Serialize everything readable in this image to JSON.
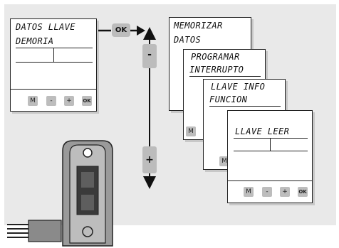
{
  "main_screen": {
    "line1": "DATOS LLAVE",
    "line2": "DEMORIA",
    "buttons": [
      "M",
      "-",
      "+",
      "OK"
    ]
  },
  "ok_key": "OK",
  "nav": {
    "up_label": "-",
    "down_label": "+"
  },
  "menu_screens": [
    {
      "line1": "MEMORIZAR",
      "line2": "DATOS"
    },
    {
      "line1": "PROGRAMAR",
      "line2": "INTERRUPTO"
    },
    {
      "line1": "LLAVE INFO",
      "line2": "FUNCION"
    },
    {
      "line1": "LLAVE LEER",
      "line2": ""
    }
  ],
  "partial_button_label": "M",
  "front_buttons": [
    "M",
    "-",
    "+",
    "OK"
  ]
}
